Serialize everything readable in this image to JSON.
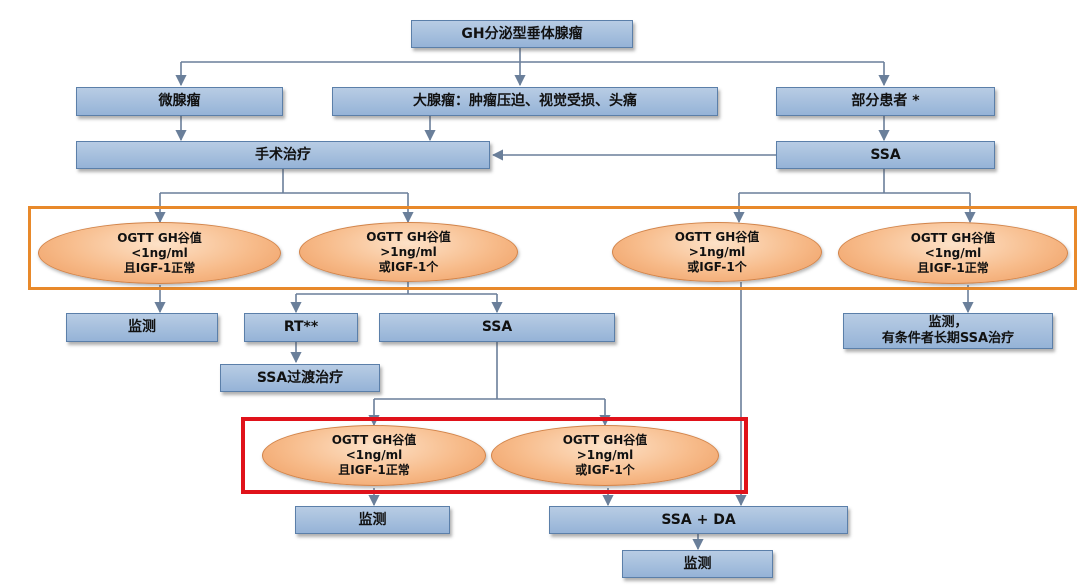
{
  "colors": {
    "box_fill": "#b8cce4",
    "box_border": "#5b7fa9",
    "oval_fill": "#f7bb8a",
    "highlight_orange": "#e8892a",
    "highlight_red": "#e0121a",
    "connector": "#6a7f9a"
  },
  "nodes": {
    "top": "GH分泌型垂体腺瘤",
    "micro": "微腺瘤",
    "macro": "大腺瘤：肿瘤压迫、视觉受损、头痛",
    "partial": "部分患者 *",
    "surgery": "手术治疗",
    "ssa_right": "SSA",
    "monitor_left": "监测",
    "rt": "RT**",
    "ssa_mid": "SSA",
    "ssa_transition": "SSA过渡治疗",
    "monitor_right": "监测，\n有条件者长期SSA治疗",
    "monitor_bottom_left": "监测",
    "ssa_da": "SSA + DA",
    "monitor_bottom": "监测"
  },
  "ovals": {
    "o1": "OGTT GH谷值\n<1ng/ml\n且IGF-1正常",
    "o2": "OGTT GH谷值\n>1ng/ml\n或IGF-1个",
    "o3": "OGTT GH谷值\n>1ng/ml\n或IGF-1个",
    "o4": "OGTT GH谷值\n<1ng/ml\n且IGF-1正常",
    "o5": "OGTT GH谷值\n<1ng/ml\n且IGF-1正常",
    "o6": "OGTT GH谷值\n>1ng/ml\n或IGF-1个"
  }
}
